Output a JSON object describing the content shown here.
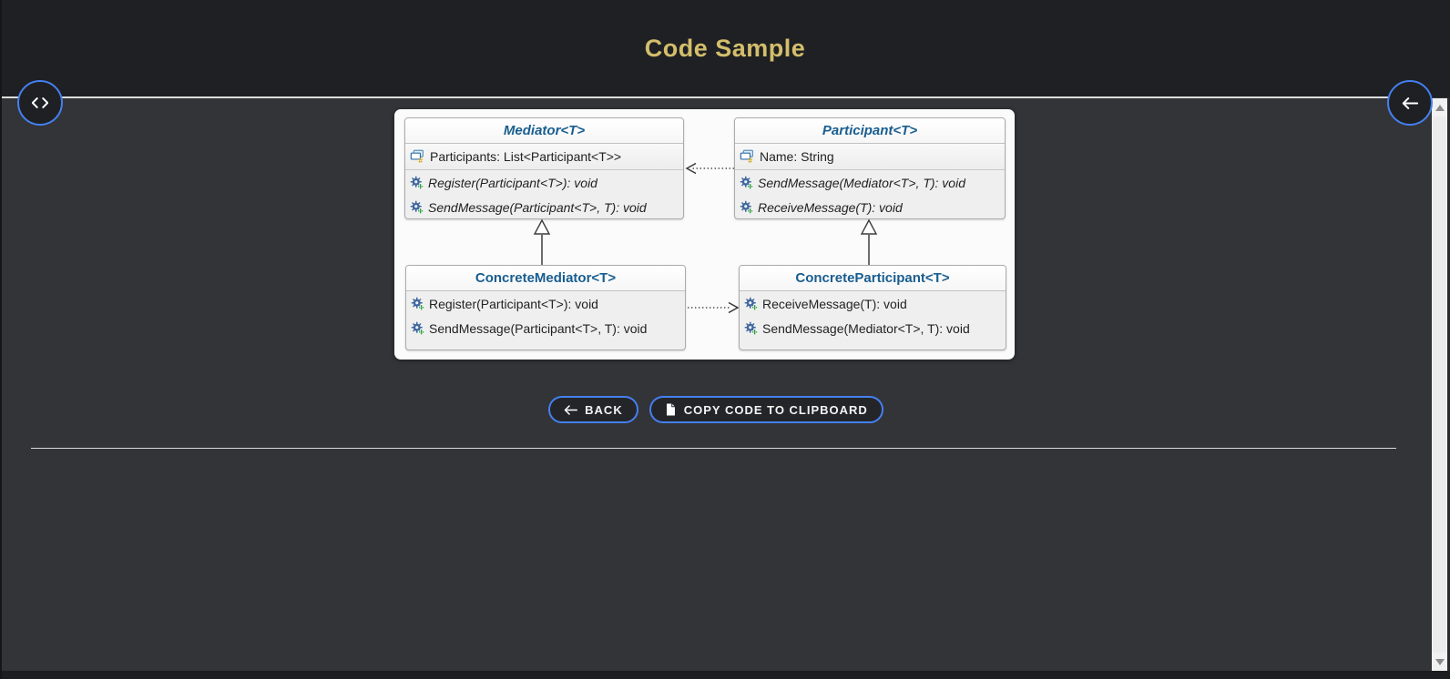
{
  "header": {
    "title": "Code Sample"
  },
  "floating_buttons": {
    "left": {
      "icon": "code-icon"
    },
    "right": {
      "icon": "back-arrow-icon"
    }
  },
  "diagram": {
    "classes": [
      {
        "name": "Mediator<T>",
        "stereotype": "abstract",
        "attributes": [
          {
            "icon": "field-icon",
            "text": "Participants: List<Participant<T>>"
          }
        ],
        "methods": [
          {
            "icon": "method-icon",
            "text": "Register(Participant<T>): void",
            "italic": true
          },
          {
            "icon": "method-icon",
            "text": "SendMessage(Participant<T>, T): void",
            "italic": true
          }
        ]
      },
      {
        "name": "Participant<T>",
        "stereotype": "abstract",
        "attributes": [
          {
            "icon": "field-icon",
            "text": "Name: String"
          }
        ],
        "methods": [
          {
            "icon": "method-icon",
            "text": "SendMessage(Mediator<T>, T): void",
            "italic": true
          },
          {
            "icon": "method-icon",
            "text": "ReceiveMessage(T): void",
            "italic": true
          }
        ]
      },
      {
        "name": "ConcreteMediator<T>",
        "stereotype": "concrete",
        "attributes": [],
        "methods": [
          {
            "icon": "method-icon",
            "text": "Register(Participant<T>): void",
            "italic": false
          },
          {
            "icon": "method-icon",
            "text": "SendMessage(Participant<T>, T): void",
            "italic": false
          }
        ]
      },
      {
        "name": "ConcreteParticipant<T>",
        "stereotype": "concrete",
        "attributes": [],
        "methods": [
          {
            "icon": "method-icon",
            "text": "ReceiveMessage(T): void",
            "italic": false
          },
          {
            "icon": "method-icon",
            "text": "SendMessage(Mediator<T>, T): void",
            "italic": false
          }
        ]
      }
    ],
    "relations": [
      {
        "type": "dependency",
        "from": "Participant<T>",
        "to": "Mediator<T>",
        "line": "dotted-open-arrow"
      },
      {
        "type": "dependency",
        "from": "ConcreteMediator<T>",
        "to": "ConcreteParticipant<T>",
        "line": "dotted-open-arrow"
      },
      {
        "type": "inheritance",
        "from": "ConcreteMediator<T>",
        "to": "Mediator<T>",
        "line": "solid-hollow-triangle"
      },
      {
        "type": "inheritance",
        "from": "ConcreteParticipant<T>",
        "to": "Participant<T>",
        "line": "solid-hollow-triangle"
      }
    ]
  },
  "actions": {
    "back": {
      "label": "BACK",
      "icon": "back-arrow-icon"
    },
    "copy": {
      "label": "COPY CODE TO CLIPBOARD",
      "icon": "document-icon"
    }
  },
  "colors": {
    "accent_blue": "#4480f0",
    "title_gold": "#d3be6c",
    "class_title_blue": "#195e90",
    "header_bg": "#1f2023",
    "body_bg": "#333438",
    "gear_blue": "#41689e",
    "plus_green": "#2f9e44",
    "field_hash_gold": "#dca607"
  }
}
